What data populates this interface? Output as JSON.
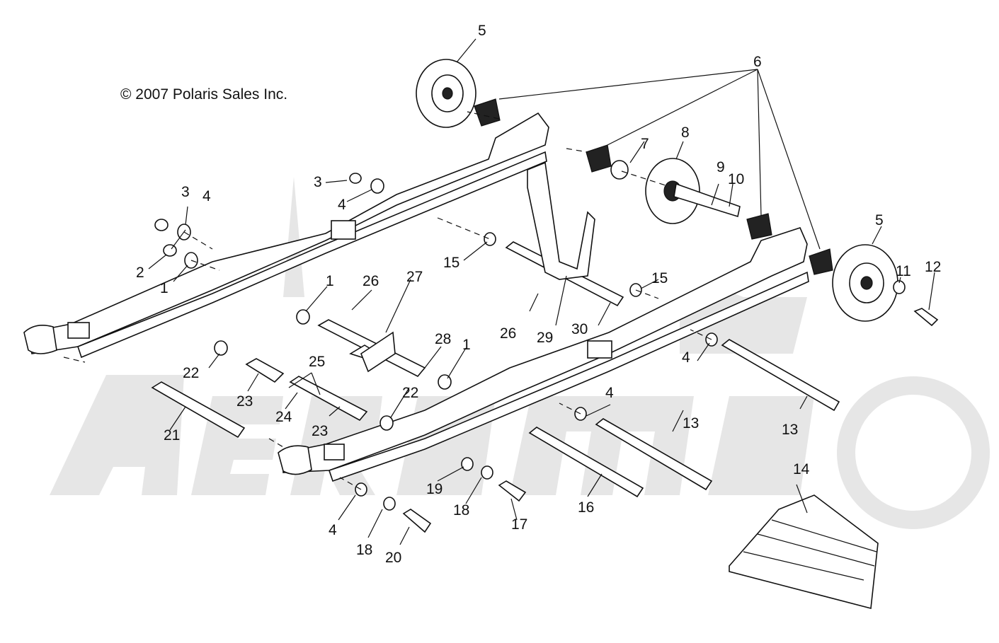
{
  "copyright": "© 2007 Polaris Sales Inc.",
  "watermark": "AeroMoto",
  "callouts": [
    "1",
    "1",
    "1",
    "2",
    "3",
    "3",
    "4",
    "4",
    "4",
    "4",
    "4",
    "5",
    "5",
    "6",
    "7",
    "8",
    "9",
    "10",
    "11",
    "12",
    "13",
    "13",
    "14",
    "15",
    "15",
    "16",
    "17",
    "18",
    "18",
    "19",
    "20",
    "21",
    "22",
    "22",
    "23",
    "23",
    "24",
    "25",
    "26",
    "26",
    "27",
    "28",
    "29",
    "30"
  ],
  "colors": {
    "line": "#111111",
    "watermark": "#e6e6e6",
    "background": "#ffffff"
  }
}
